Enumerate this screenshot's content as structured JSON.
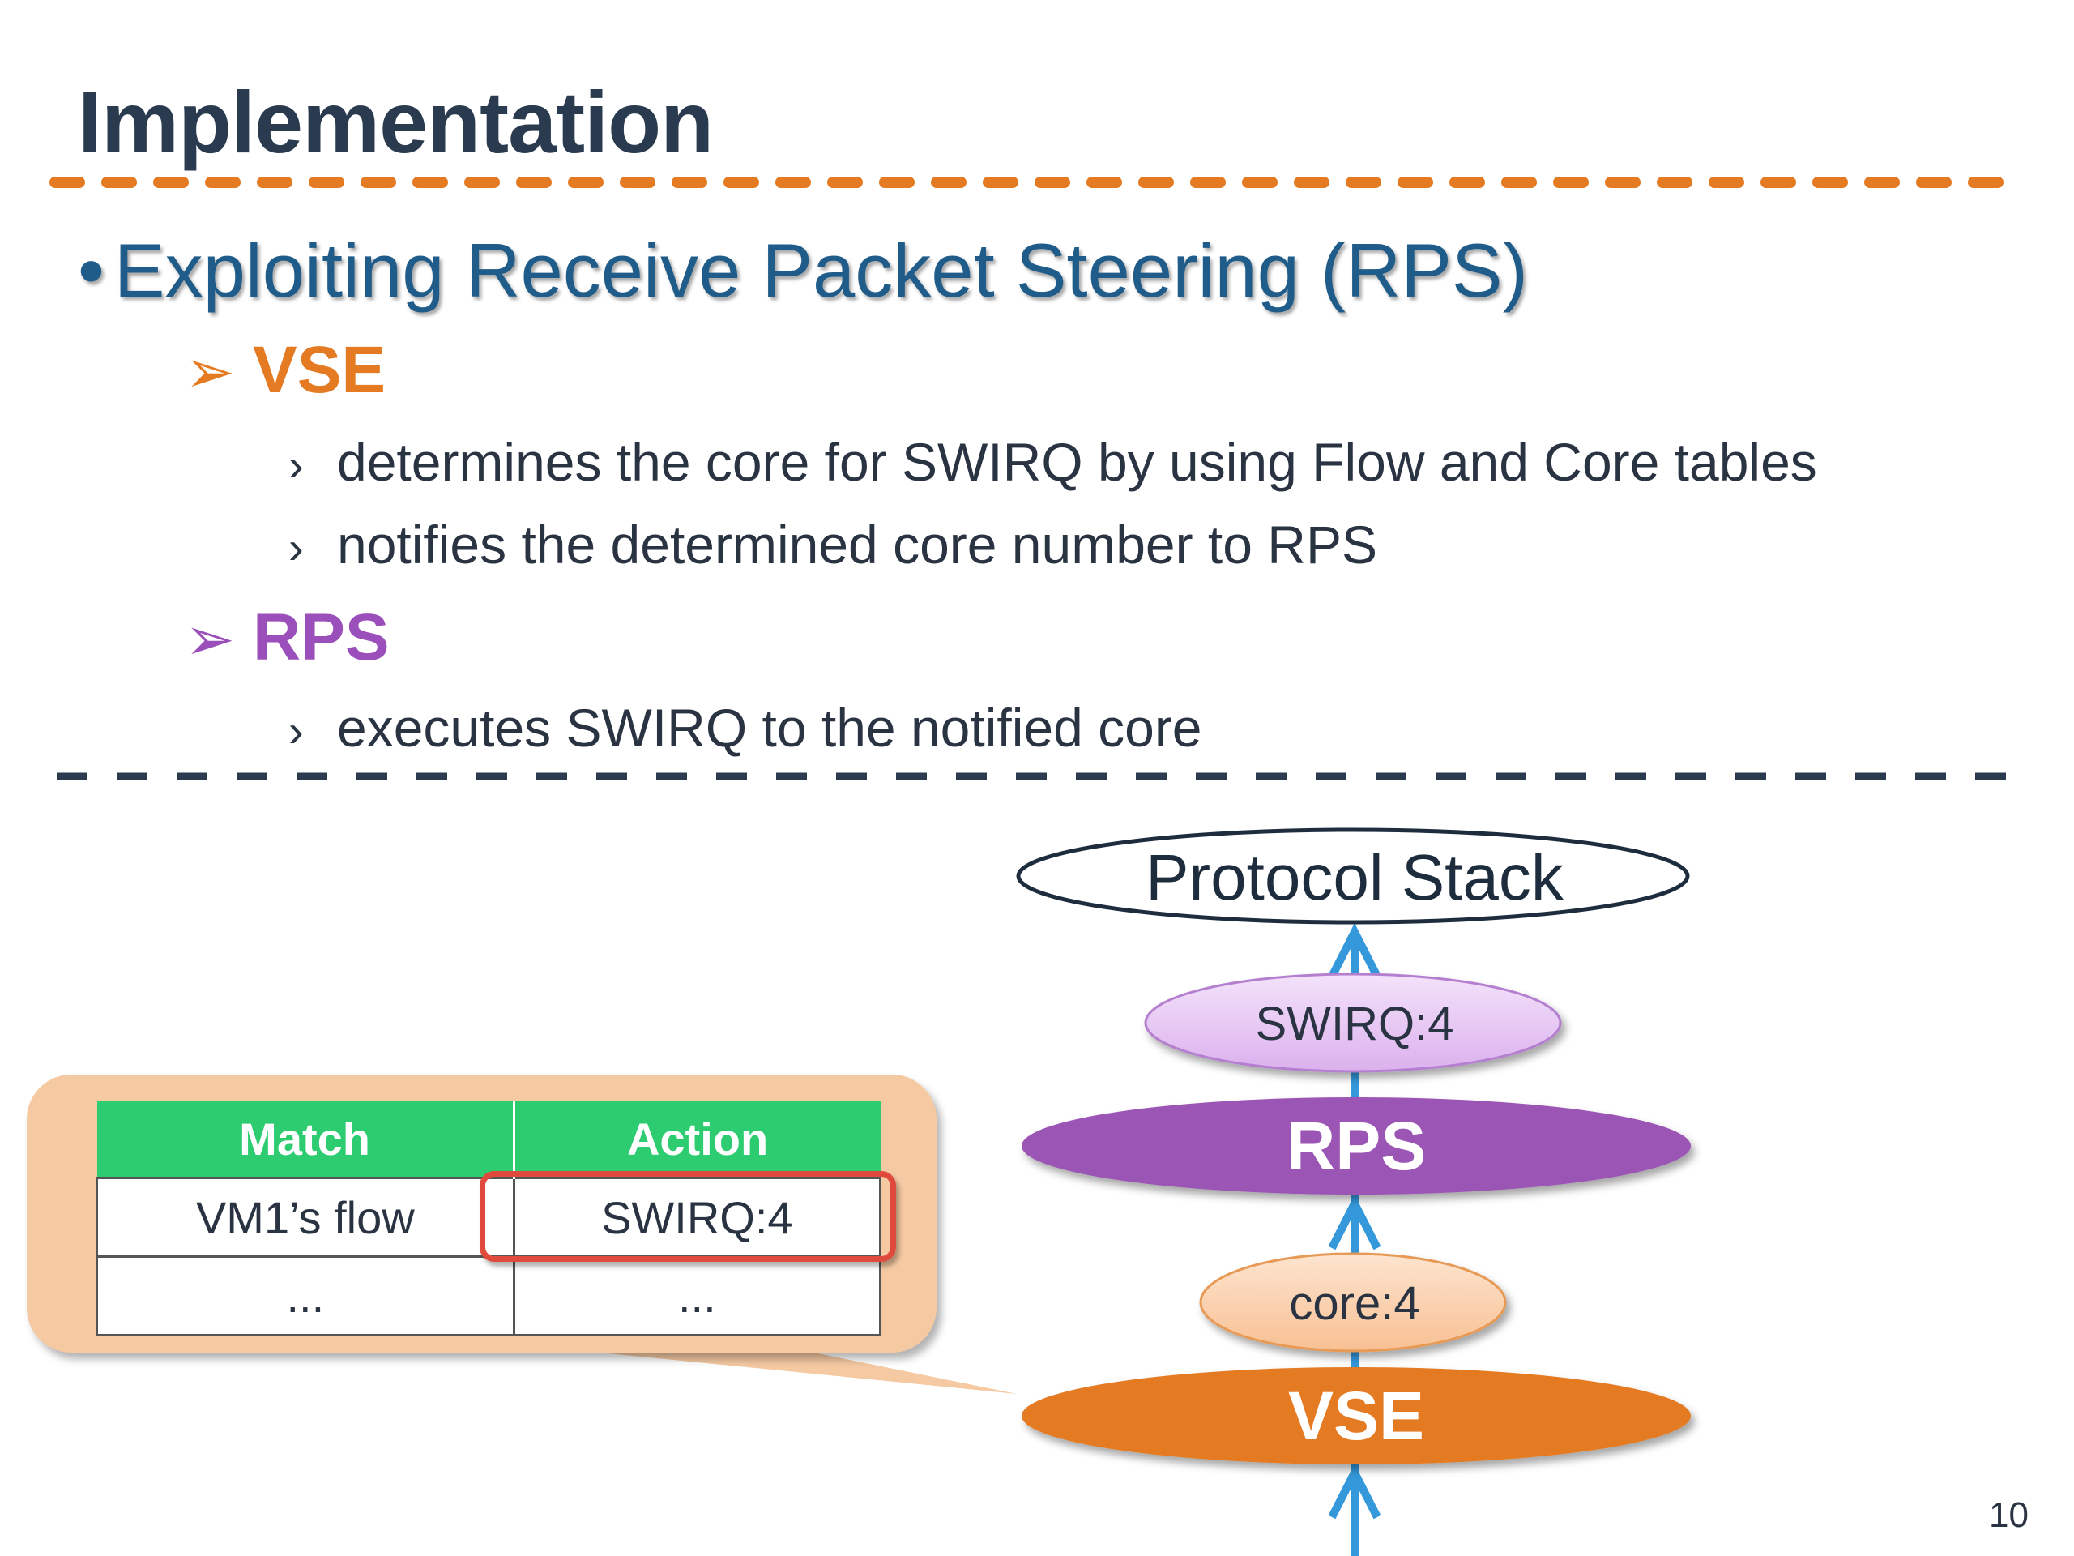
{
  "slide": {
    "title": "Implementation",
    "bullet": {
      "marker": "•",
      "text": "Exploiting Receive Packet Steering (RPS)"
    },
    "sections": [
      {
        "arrow": "➢",
        "heading": "VSE",
        "color": "#e47a22",
        "items": [
          {
            "marker": "›",
            "text": "determines the core for SWIRQ by using Flow and Core tables"
          },
          {
            "marker": "›",
            "text": "notifies the determined core number to RPS"
          }
        ]
      },
      {
        "arrow": "➢",
        "heading": "RPS",
        "color": "#9b4fba",
        "items": [
          {
            "marker": "›",
            "text": "executes SWIRQ to the notified core"
          }
        ]
      }
    ],
    "page_number": "10"
  },
  "diagram": {
    "flow_table": {
      "headers": [
        "Match",
        "Action"
      ],
      "rows": [
        [
          "VM1’s flow",
          "SWIRQ:4"
        ],
        [
          "...",
          "..."
        ]
      ],
      "highlighted_cell": "SWIRQ:4"
    },
    "stack": {
      "protocol_stack": "Protocol Stack",
      "swirq_label": "SWIRQ:4",
      "rps": "RPS",
      "core_label": "core:4",
      "vse": "VSE"
    },
    "colors": {
      "orange": "#e47a22",
      "purple": "#9b55b5",
      "light_purple": "#e6c4f2",
      "light_orange": "#fbd2b0",
      "arrow_blue": "#3498db",
      "table_header_green": "#2ecc71",
      "highlight_red": "#e04a3c",
      "callout_fill": "#f5c9a2"
    }
  }
}
